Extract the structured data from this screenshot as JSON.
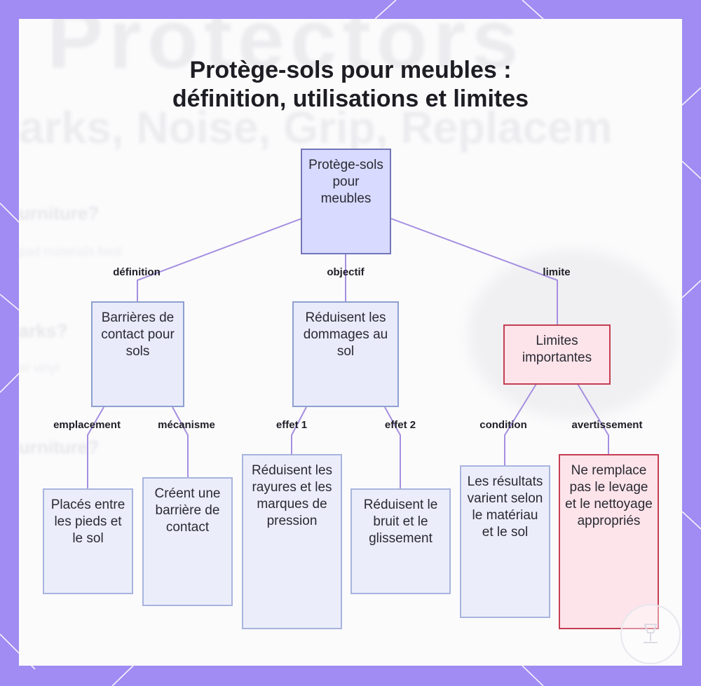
{
  "title": {
    "line1": "Protège-sols pour meubles :",
    "line2": "définition, utilisations et limites"
  },
  "background_text": {
    "big": "Protectors",
    "mid": "arks, Noise, Grip, Replacem",
    "side": [
      "urniture?",
      "pad materials best",
      "arks?",
      "er vinyl",
      "urniture?"
    ]
  },
  "nodes": {
    "root": "Protège-sols pour meubles",
    "definition": "Barrières de contact pour sols",
    "objectif": "Réduisent les dommages au sol",
    "limite": "Limites importantes",
    "emplacement": "Placés entre les pieds et le sol",
    "mecanisme": "Créent une barrière de contact",
    "effet1": "Réduisent les rayures et les marques de pression",
    "effet2": "Réduisent le bruit et le glissement",
    "condition": "Les résultats varient selon le matériau et le sol",
    "avertissement": "Ne remplace pas le levage et le nettoyage appropriés"
  },
  "edge_labels": {
    "definition": "définition",
    "objectif": "objectif",
    "limite": "limite",
    "emplacement": "emplacement",
    "mecanisme": "mécanisme",
    "effet1": "effet 1",
    "effet2": "effet 2",
    "condition": "condition",
    "avertissement": "avertissement"
  },
  "colors": {
    "frame": "#a08cf2",
    "edge": "#a58ee0",
    "root_fill": "#d8daff",
    "warn_border": "#c53e52",
    "warn_fill": "#fde4ea"
  },
  "icons": {
    "watermark": "lamp-logo-icon"
  }
}
